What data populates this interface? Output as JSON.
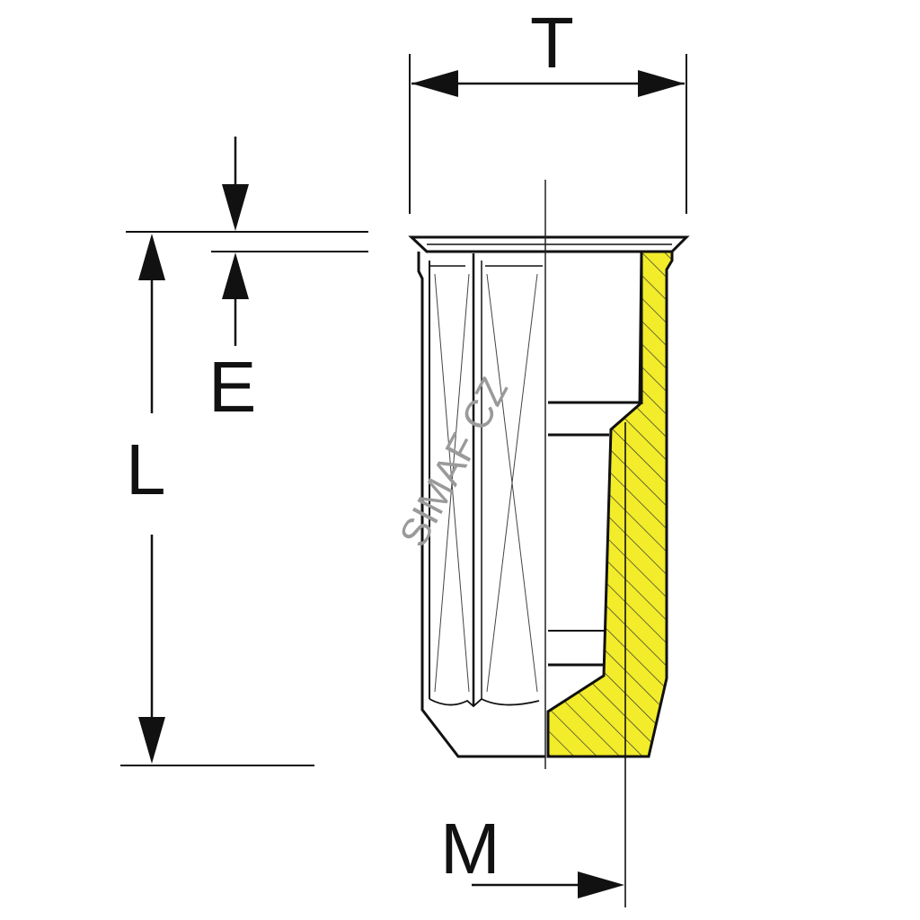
{
  "labels": {
    "T": "T",
    "E": "E",
    "L": "L",
    "M": "M"
  },
  "watermark": "SIMAF CZ",
  "colors": {
    "line": "#111111",
    "section_fill": "#f2ec2a",
    "thin": "#555555",
    "watermark": "#9a9a9a"
  }
}
